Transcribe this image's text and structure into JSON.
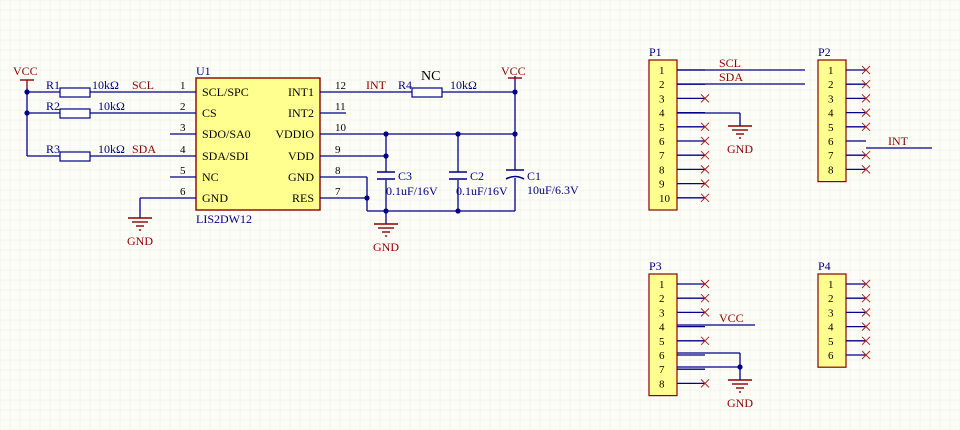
{
  "colors": {
    "background": "#fdfdf8",
    "grid": "#ece9dd",
    "wire": "#00008b",
    "net_label": "#8b0000",
    "component": "#00008b",
    "designator": "#000080",
    "ic_fill": "#ffff90",
    "ic_stroke": "#8b0000",
    "resistor_stroke": "#00008b",
    "resistor_fill": "#ffffff",
    "no_connect": "#b02020",
    "junction": "#00008b"
  },
  "power": {
    "vcc": "VCC",
    "gnd": "GND"
  },
  "u1": {
    "designator": "U1",
    "part": "LIS2DW12",
    "left_pins": [
      {
        "num": "1",
        "name": "SCL/SPC"
      },
      {
        "num": "2",
        "name": "CS"
      },
      {
        "num": "3",
        "name": "SDO/SA0"
      },
      {
        "num": "4",
        "name": "SDA/SDI"
      },
      {
        "num": "5",
        "name": "NC"
      },
      {
        "num": "6",
        "name": "GND"
      }
    ],
    "right_pins": [
      {
        "num": "12",
        "name": "INT1"
      },
      {
        "num": "11",
        "name": "INT2"
      },
      {
        "num": "10",
        "name": "VDDIO"
      },
      {
        "num": "9",
        "name": "VDD"
      },
      {
        "num": "8",
        "name": "GND"
      },
      {
        "num": "7",
        "name": "RES"
      }
    ]
  },
  "resistors": [
    {
      "designator": "R1",
      "value": "10kΩ",
      "net": "SCL"
    },
    {
      "designator": "R2",
      "value": "10kΩ",
      "net": ""
    },
    {
      "designator": "R3",
      "value": "10kΩ",
      "net": "SDA"
    },
    {
      "designator": "R4",
      "value": "10kΩ",
      "net": "",
      "note": "NC"
    }
  ],
  "nets": {
    "int": "INT",
    "scl": "SCL",
    "sda": "SDA",
    "vcc": "VCC"
  },
  "capacitors": [
    {
      "designator": "C3",
      "value": "0.1uF/16V"
    },
    {
      "designator": "C2",
      "value": "0.1uF/16V"
    },
    {
      "designator": "C1",
      "value": "10uF/6.3V"
    }
  ],
  "headers": [
    {
      "designator": "P1",
      "pins": [
        "1",
        "2",
        "3",
        "4",
        "5",
        "6",
        "7",
        "8",
        "9",
        "10"
      ]
    },
    {
      "designator": "P2",
      "pins": [
        "1",
        "2",
        "3",
        "4",
        "5",
        "6",
        "7",
        "8"
      ]
    },
    {
      "designator": "P3",
      "pins": [
        "1",
        "2",
        "3",
        "4",
        "5",
        "6",
        "7",
        "8"
      ]
    },
    {
      "designator": "P4",
      "pins": [
        "1",
        "2",
        "3",
        "4",
        "5",
        "6"
      ]
    }
  ]
}
